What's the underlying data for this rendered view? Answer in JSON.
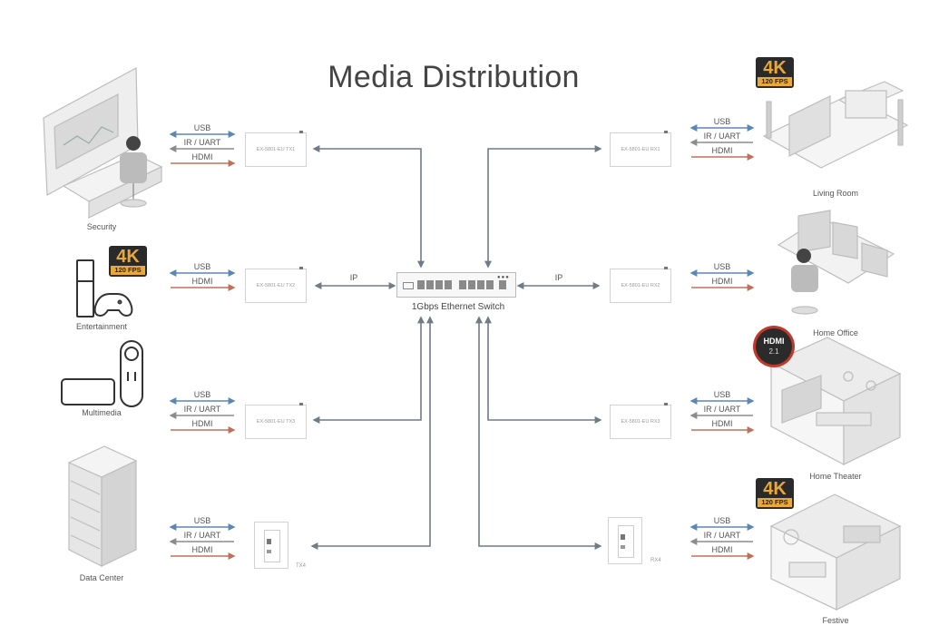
{
  "title": "Media Distribution",
  "switch": {
    "label": "1Gbps Ethernet Switch"
  },
  "link_labels": {
    "usb": "USB",
    "ir": "IR / UART",
    "hdmi": "HDMI",
    "ip": "IP"
  },
  "badges": {
    "k4": "4K",
    "fps": "120 FPS",
    "hdmi": "HDMI",
    "hdmi_ver": "2.1"
  },
  "sources": [
    {
      "label": "Security",
      "device": "EX-5801-EU TX1",
      "links": [
        "usb",
        "ir",
        "hdmi"
      ]
    },
    {
      "label": "Entertainment",
      "device": "EX-5801-EU TX2",
      "links": [
        "usb",
        "hdmi"
      ]
    },
    {
      "label": "Multimedia",
      "device": "EX-5801-EU TX3",
      "links": [
        "usb",
        "ir",
        "hdmi"
      ]
    },
    {
      "label": "Data Center",
      "device": "TX4",
      "links": [
        "usb",
        "ir",
        "hdmi"
      ]
    }
  ],
  "destinations": [
    {
      "label": "Living Room",
      "device": "EX-5801-EU RX1",
      "links": [
        "usb",
        "ir",
        "hdmi"
      ]
    },
    {
      "label": "Home Office",
      "device": "EX-5801-EU RX2",
      "links": [
        "usb",
        "hdmi"
      ]
    },
    {
      "label": "Home Theater",
      "device": "EX-5801-EU RX3",
      "links": [
        "usb",
        "ir",
        "hdmi"
      ]
    },
    {
      "label": "Festive",
      "device": "RX4",
      "links": [
        "usb",
        "ir",
        "hdmi"
      ]
    }
  ],
  "colors": {
    "usb": "#5b87b6",
    "ir": "#8c8c8c",
    "hdmi": "#c0705a",
    "ip": "#6f7b85"
  }
}
